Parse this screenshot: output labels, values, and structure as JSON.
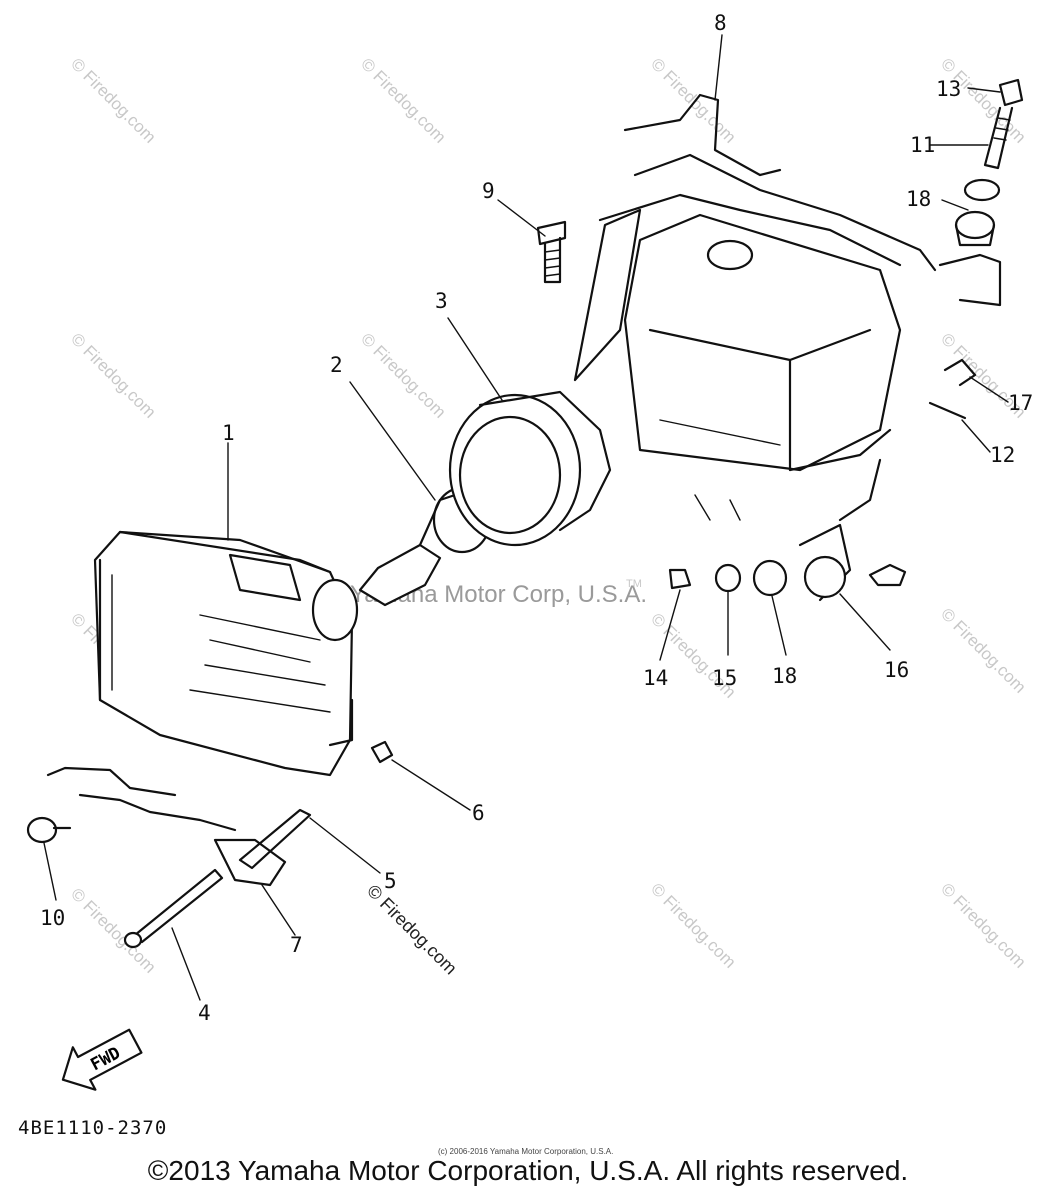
{
  "callouts": [
    {
      "label": "1"
    },
    {
      "label": "2"
    },
    {
      "label": "3"
    },
    {
      "label": "4"
    },
    {
      "label": "5"
    },
    {
      "label": "6"
    },
    {
      "label": "7"
    },
    {
      "label": "8"
    },
    {
      "label": "9"
    },
    {
      "label": "10"
    },
    {
      "label": "11"
    },
    {
      "label": "12"
    },
    {
      "label": "13"
    },
    {
      "label": "14"
    },
    {
      "label": "15"
    },
    {
      "label": "16"
    },
    {
      "label": "17"
    },
    {
      "label": "18"
    },
    {
      "label": "18"
    }
  ],
  "watermark": {
    "text": "© Firedog.com",
    "center_text": "Yamaha Motor Corp, U.S.A.",
    "tm": "TM"
  },
  "fwd_label": "FWD",
  "part_code": "4BE1110-2370",
  "small_copyright": "(c) 2006-2016 Yamaha Motor Corporation, U.S.A.",
  "copyright": "©2013 Yamaha Motor Corporation, U.S.A. All rights reserved."
}
